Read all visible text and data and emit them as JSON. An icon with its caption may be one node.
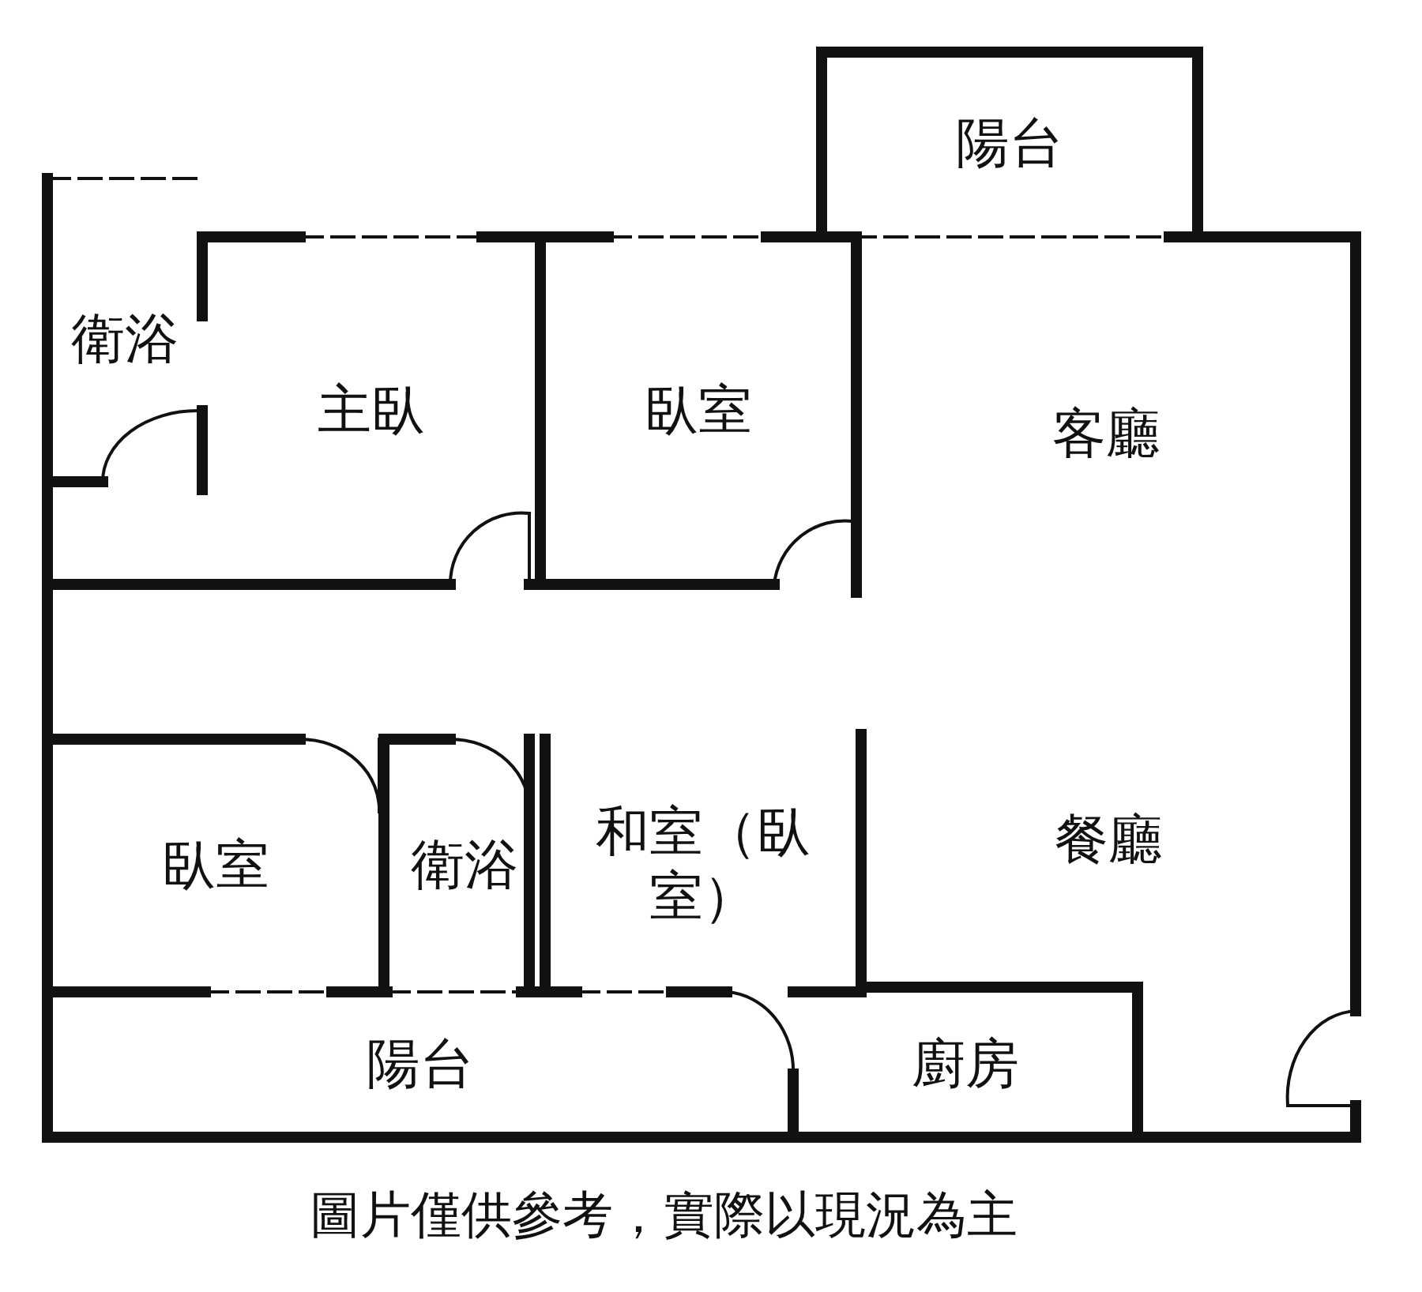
{
  "diagram": {
    "caption": "圖片僅供參考，實際以現況為主",
    "nodes": [
      {
        "text": [
          "陽台"
        ]
      },
      {
        "text": [
          "衛浴"
        ]
      },
      {
        "text": [
          "主臥"
        ]
      },
      {
        "text": [
          "臥室"
        ]
      },
      {
        "text": [
          "客廳"
        ]
      },
      {
        "text": [
          "臥室"
        ]
      },
      {
        "text": [
          "衛浴"
        ]
      },
      {
        "text": [
          "和室（臥室）"
        ]
      },
      {
        "text": [
          "餐廳"
        ]
      },
      {
        "text": [
          "陽台"
        ]
      },
      {
        "text": [
          "廚房"
        ]
      }
    ]
  }
}
